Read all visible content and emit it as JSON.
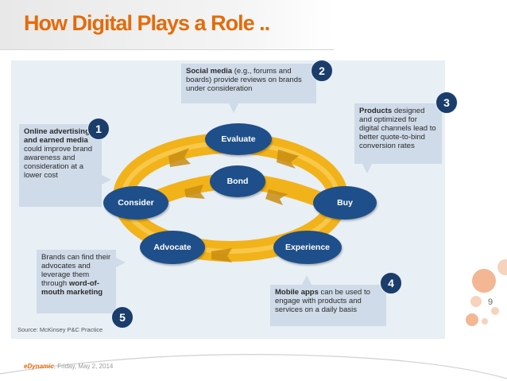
{
  "title": "How Digital Plays a Role ..",
  "diagram": {
    "nodes": {
      "evaluate": "Evaluate",
      "bond": "Bond",
      "consider": "Consider",
      "buy": "Buy",
      "advocate": "Advocate",
      "experience": "Experience"
    },
    "callouts": {
      "c1": {
        "bold": "Online advertising and earned media",
        "rest": "could improve brand awareness and consideration at a lower cost"
      },
      "c2": {
        "bold": "Social media",
        "rest": "(e.g., forums and boards) provide reviews on brands under consideration"
      },
      "c3": {
        "bold": "Products",
        "rest": "designed and optimized for digital channels lead to better quote-to-bind conversion rates"
      },
      "c4": {
        "bold": "Mobile apps",
        "rest": "can be used to engage with products and services on a daily basis"
      },
      "c5": {
        "pre": "Brands can find their advocates and leverage them through",
        "bold": "word-of-mouth marketing"
      }
    },
    "badges": {
      "b1": "1",
      "b2": "2",
      "b3": "3",
      "b4": "4",
      "b5": "5"
    },
    "source": "Source: McKinsey P&C Practice",
    "colors": {
      "node": "#1e4f8a",
      "ring": "#f2b21a",
      "callout": "#cfdbe8",
      "title": "#e36c0a"
    }
  },
  "page_number": "9",
  "footer": {
    "brand": "eDynamic",
    "date": ", Friday, May 2, 2014"
  }
}
